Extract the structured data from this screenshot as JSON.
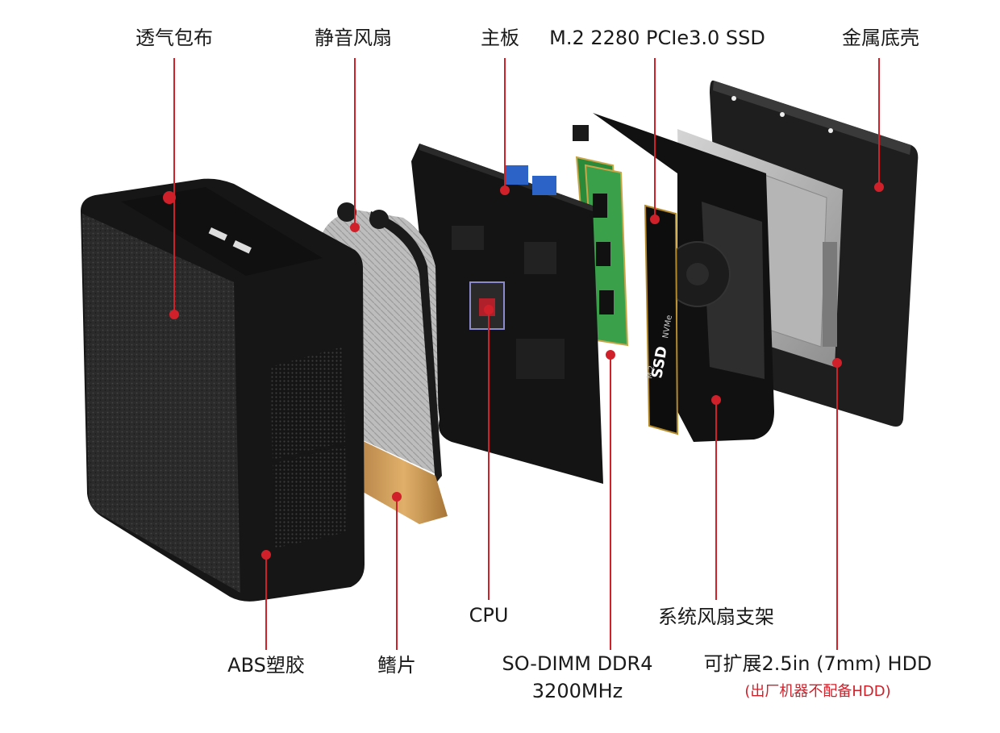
{
  "colors": {
    "accent": "#d0202a",
    "text": "#1a1a1a",
    "background": "#ffffff"
  },
  "labels": {
    "fabric_cover": "透气包布",
    "silent_fan": "静音风扇",
    "motherboard": "主板",
    "ssd": "M.2 2280 PCIe3.0 SSD",
    "metal_base": "金属底壳",
    "cpu": "CPU",
    "system_fan_bracket": "系统风扇支架",
    "abs_plastic": "ABS塑胶",
    "heatsink_fins": "鳍片",
    "memory_line1": "SO-DIMM DDR4",
    "memory_line2": "3200MHz",
    "hdd": "可扩展2.5in (7mm) HDD",
    "hdd_note": "(出厂机器不配备HDD)"
  },
  "ssd_print": {
    "brand": "SSD",
    "type": "NVMe",
    "form": "M.2"
  }
}
